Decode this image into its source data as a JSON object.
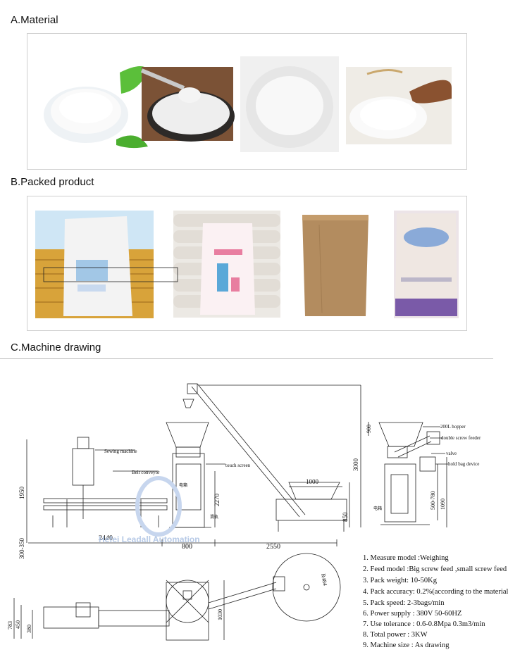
{
  "sections": {
    "material": "A.Material",
    "packed": "B.Packed product",
    "drawing": "C.Machine drawing"
  },
  "drawing": {
    "labels": {
      "sewing_machine": "Sewing machine",
      "belt_conveyor": "Belt conveyor",
      "touch_screen": "touch screen",
      "hopper": "200L hopper",
      "double_screw_feeder": "double screw feeder",
      "valve": "valve",
      "hold_bag_device": "hold bag device",
      "watermark": "Hefei Leadall Automation",
      "cn_a": "电箱",
      "cn_b": "滑轨",
      "cn_c": "电箱"
    },
    "dims": {
      "d1950": "1950",
      "d300_350": "300-350",
      "d2440": "2440",
      "d800": "800",
      "d2550": "2550",
      "d2270": "2270",
      "d3000": "3000",
      "d1000": "1000",
      "d850": "850",
      "d900": "900",
      "d500_780": "500-780",
      "d1090": "1090",
      "d783": "783",
      "d450": "450",
      "d380": "380",
      "d1030": "1030",
      "dR": "R484"
    }
  },
  "specs": [
    "1. Measure model :Weighing",
    "2. Feed model :Big screw feed ,small screw feed",
    "3. Pack weight: 10-50Kg",
    "4. Pack accuracy: 0.2%(according to the material",
    "5. Pack speed: 2-3bags/min",
    "6. Power supply : 380V  50-60HZ",
    "7. Use tolerance : 0.6-0.8Mpa  0.3m3/min",
    "8. Total power : 3KW",
    "9. Machine size : As drawing"
  ]
}
